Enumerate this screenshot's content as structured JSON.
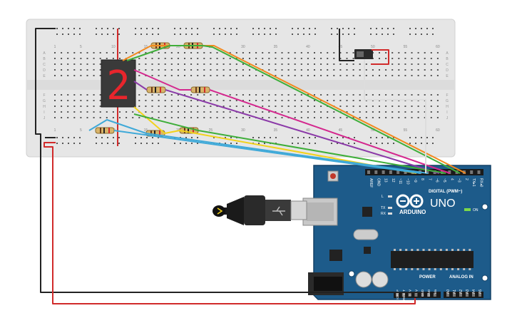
{
  "breadboard": {
    "column_labels": [
      "1",
      "5",
      "10",
      "15",
      "20",
      "25",
      "30",
      "35",
      "40",
      "45",
      "50",
      "55",
      "60"
    ],
    "row_labels_top": [
      "A",
      "B",
      "C",
      "D",
      "E"
    ],
    "row_labels_bottom": [
      "F",
      "G",
      "H",
      "I",
      "J"
    ]
  },
  "display": {
    "digit": "2",
    "color": "#e8252c"
  },
  "arduino": {
    "brand": "ARDUINO",
    "model": "UNO",
    "on_label": "ON",
    "digital_label": "DIGITAL (PWM~)",
    "analog_label": "ANALOG IN",
    "power_label": "POWER",
    "pin_l": "L",
    "pin_tx": "TX",
    "pin_rx": "RX",
    "aref": "AREF",
    "gnd": "GND",
    "digital_pins": [
      "13",
      "12",
      "~11",
      "~10",
      "~9",
      "8",
      "7",
      "~6",
      "~5",
      "4",
      "~3",
      "2",
      "TX▸1",
      "RX◂0"
    ],
    "power_pins": [
      "IOREF",
      "RESET",
      "3.3V",
      "5V",
      "GND",
      "GND",
      "Vin"
    ],
    "analog_pins": [
      "A0",
      "A1",
      "A2",
      "A3",
      "A4",
      "A5"
    ]
  },
  "colors": {
    "board": "#1d5b8a",
    "breadboard": "#e6e6e6",
    "orange": "#f2891e",
    "green": "#3fae3a",
    "purple": "#8b3aa8",
    "magenta": "#d4288e",
    "yellow": "#f2d21b",
    "cyan": "#3fa9d8",
    "red": "#d12a2a",
    "black": "#222222"
  }
}
